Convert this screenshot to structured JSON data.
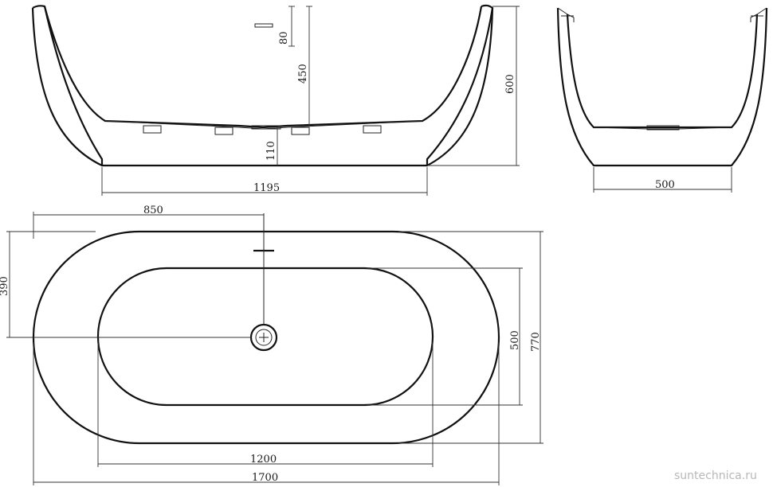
{
  "dimensions": {
    "overflow_height": "80",
    "side_inner_depth": "450",
    "total_height": "600",
    "base_height": "110",
    "side_base_length": "1195",
    "end_base_width": "500",
    "drain_offset": "850",
    "drain_from_edge": "390",
    "inner_width": "500",
    "outer_width": "770",
    "inner_length": "1200",
    "outer_length": "1700"
  },
  "watermark": "suntechnica.ru"
}
